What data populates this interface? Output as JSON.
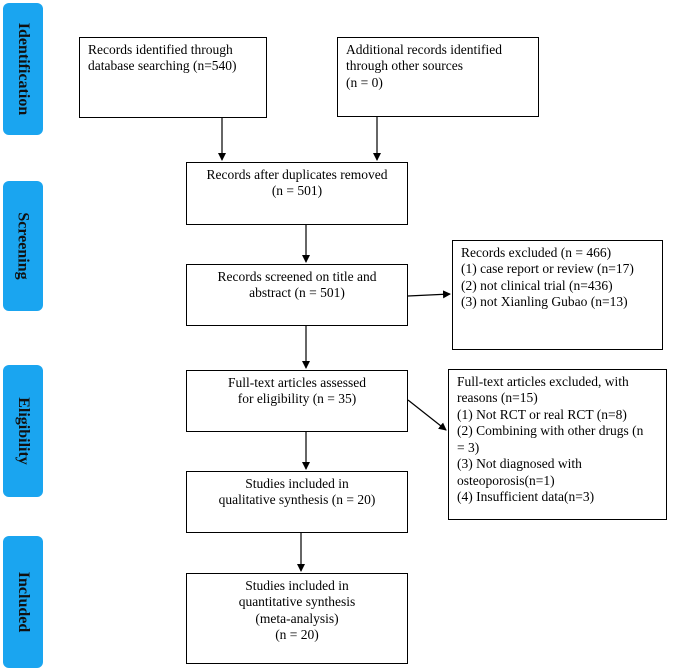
{
  "stages": [
    {
      "label": "Identification"
    },
    {
      "label": "Screening"
    },
    {
      "label": "Eligibility"
    },
    {
      "label": "Included"
    }
  ],
  "boxes": {
    "db_search": [
      "Records identified through",
      "database searching (n=540)"
    ],
    "other_sources": [
      "Additional records identified",
      "through other sources",
      "(n = 0)"
    ],
    "after_duplicates": [
      "Records after duplicates removed",
      "(n = 501)"
    ],
    "screened": [
      "Records screened on title and",
      "abstract (n = 501)"
    ],
    "excluded_records": [
      "Records excluded (n = 466)",
      "(1) case report or review (n=17)",
      "(2) not clinical trial (n=436)",
      "(3) not Xianling Gubao (n=13)"
    ],
    "full_text": [
      "Full-text articles assessed",
      "for eligibility (n = 35)"
    ],
    "excluded_full_text": [
      "Full-text articles excluded, with",
      "reasons (n=15)",
      "(1) Not RCT or real RCT (n=8)",
      "(2) Combining with other drugs (n",
      "= 3)",
      "(3) Not diagnosed with",
      "osteoporosis(n=1)",
      "(4) Insufficient data(n=3)"
    ],
    "qualitative": [
      "Studies included in",
      "qualitative synthesis (n = 20)"
    ],
    "quantitative": [
      "Studies included in",
      "quantitative synthesis",
      "(meta-analysis)",
      "(n = 20)"
    ]
  },
  "colors": {
    "stage_fill": "#1aa5f0",
    "stroke": "#000000",
    "background": "#ffffff"
  }
}
